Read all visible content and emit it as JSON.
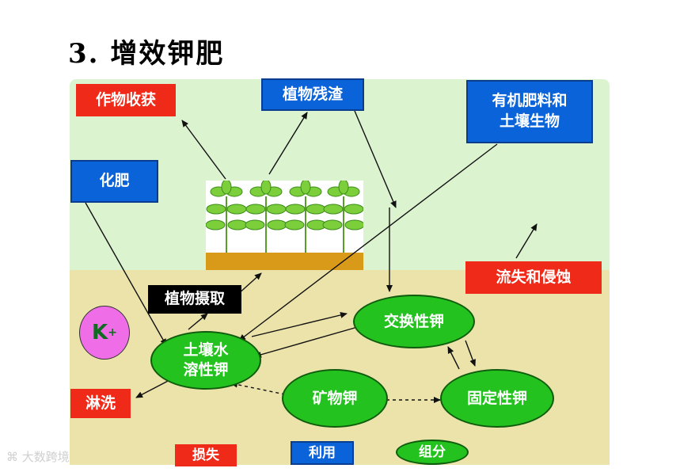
{
  "title": "3. 增效钾肥",
  "labels": {
    "crop_harvest": "作物收获",
    "plant_residue": "植物残渣",
    "organic": "有机肥料和\n土壤生物",
    "fertilizer": "化肥",
    "erosion": "流失和侵蚀",
    "plant_uptake": "植物摄取",
    "soil_water_k": "土壤水\n溶性钾",
    "exchange_k": "交换性钾",
    "mineral_k": "矿物钾",
    "fixed_k": "固定性钾",
    "leaching": "淋洗",
    "k_ion": "K",
    "k_sup": "+"
  },
  "legend": {
    "loss": "损失",
    "use": "利用",
    "component": "组分"
  },
  "watermark": "大数跨境",
  "colors": {
    "top_zone": "#dcf3d0",
    "bottom_zone": "#ebe3a9",
    "loss_red": "#f02a18",
    "use_blue": "#0a63d8",
    "component_green": "#23c21e",
    "soil": "#d99a19",
    "k_circle": "#ef6de6"
  }
}
